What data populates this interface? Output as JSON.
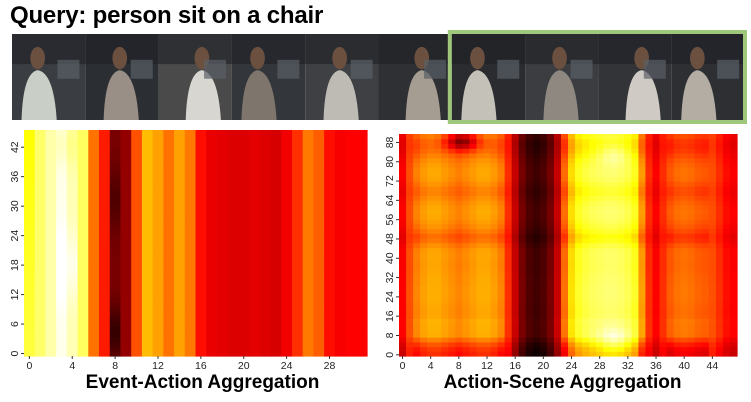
{
  "title": "Query: person sit on a chair",
  "frames": {
    "count": 10,
    "highlighted_range": [
      6,
      9
    ],
    "highlight_color": "#9fc77b"
  },
  "chart_data": [
    {
      "type": "heatmap",
      "title": "",
      "xlabel": "Event-Action Aggregation",
      "ylabel": "",
      "x_ticks": [
        0,
        4,
        8,
        12,
        16,
        20,
        24,
        28
      ],
      "y_ticks": [
        0,
        6,
        12,
        18,
        24,
        30,
        36,
        42
      ],
      "x_range": [
        0,
        32
      ],
      "y_range": [
        0,
        46
      ],
      "colormap": "hot (white = high, black = low)",
      "column_profile": [
        0.82,
        0.86,
        0.92,
        0.98,
        0.93,
        0.85,
        0.55,
        0.42,
        0.18,
        0.22,
        0.5,
        0.66,
        0.62,
        0.55,
        0.62,
        0.56,
        0.4,
        0.35,
        0.34,
        0.33,
        0.33,
        0.34,
        0.33,
        0.32,
        0.36,
        0.45,
        0.56,
        0.52,
        0.4,
        0.37,
        0.38,
        0.38
      ]
    },
    {
      "type": "heatmap",
      "title": "",
      "xlabel": "Action-Scene Aggregation",
      "ylabel": "",
      "x_ticks": [
        0,
        4,
        8,
        12,
        16,
        20,
        24,
        28,
        32,
        36,
        40,
        44
      ],
      "y_ticks": [
        0,
        8,
        16,
        24,
        32,
        40,
        48,
        56,
        64,
        72,
        80,
        88
      ],
      "x_range": [
        0,
        48
      ],
      "y_range": [
        0,
        92
      ],
      "colormap": "hot (white = high, black = low)",
      "column_profile": [
        0.38,
        0.5,
        0.58,
        0.62,
        0.64,
        0.64,
        0.62,
        0.6,
        0.58,
        0.6,
        0.62,
        0.64,
        0.64,
        0.62,
        0.58,
        0.45,
        0.3,
        0.18,
        0.12,
        0.1,
        0.12,
        0.18,
        0.3,
        0.55,
        0.72,
        0.8,
        0.83,
        0.85,
        0.86,
        0.87,
        0.87,
        0.86,
        0.84,
        0.8,
        0.62,
        0.45,
        0.38,
        0.45,
        0.52,
        0.55,
        0.56,
        0.55,
        0.53,
        0.52,
        0.5,
        0.45,
        0.4,
        0.38
      ],
      "row_profile": [
        0.9,
        0.82,
        0.62,
        0.3,
        0.0,
        -0.02,
        -0.02,
        -0.04,
        0.04,
        0.05,
        0.04,
        0.02,
        0.0,
        0.0,
        0.0,
        0.02,
        0.02,
        0.04,
        0.06,
        0.07,
        0.06,
        0.05,
        0.08,
        0.2,
        0.38,
        0.45,
        0.3,
        0.18,
        0.1,
        0.04,
        0.02,
        0.04,
        0.1,
        0.2,
        0.3,
        0.28,
        0.18,
        0.08,
        0.04,
        0.05,
        0.1,
        0.18,
        0.3,
        0.42,
        0.48,
        0.45,
        0.3
      ]
    }
  ]
}
